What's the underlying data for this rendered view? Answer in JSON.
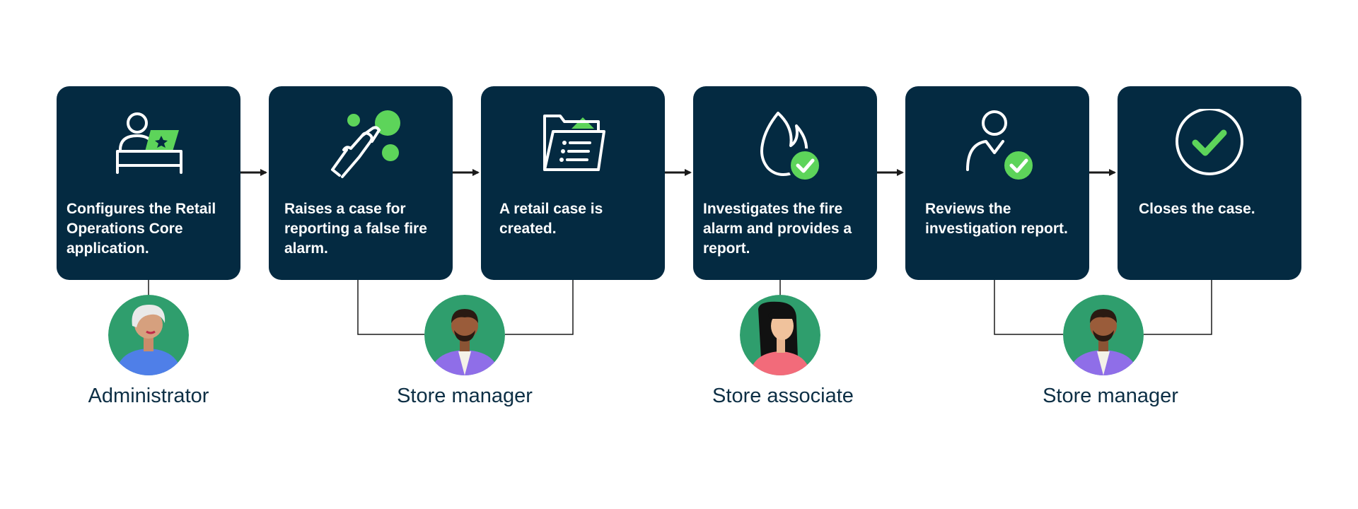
{
  "colors": {
    "card_bg": "#042a41",
    "accent_green": "#5dd45a",
    "avatar_bg": "#2f9e6d",
    "connector": "#1a1a1a",
    "role_text": "#0d2f45"
  },
  "steps": [
    {
      "icon": "admin-laptop-icon",
      "text": "Configures the Retail Operations Core application."
    },
    {
      "icon": "fire-alarm-press-icon",
      "text": "Raises a case for reporting a false fire alarm."
    },
    {
      "icon": "case-folder-icon",
      "text": "A retail case is created."
    },
    {
      "icon": "flame-check-icon",
      "text": "Investigates the fire alarm and provides a report."
    },
    {
      "icon": "person-check-icon",
      "text": "Reviews the investigation report."
    },
    {
      "icon": "check-circle-icon",
      "text": "Closes the case."
    }
  ],
  "roles": [
    {
      "label": "Administrator",
      "avatar": "administrator-avatar"
    },
    {
      "label": "Store manager",
      "avatar": "store-manager-avatar"
    },
    {
      "label": "Store associate",
      "avatar": "store-associate-avatar"
    },
    {
      "label": "Store manager",
      "avatar": "store-manager-avatar"
    }
  ]
}
